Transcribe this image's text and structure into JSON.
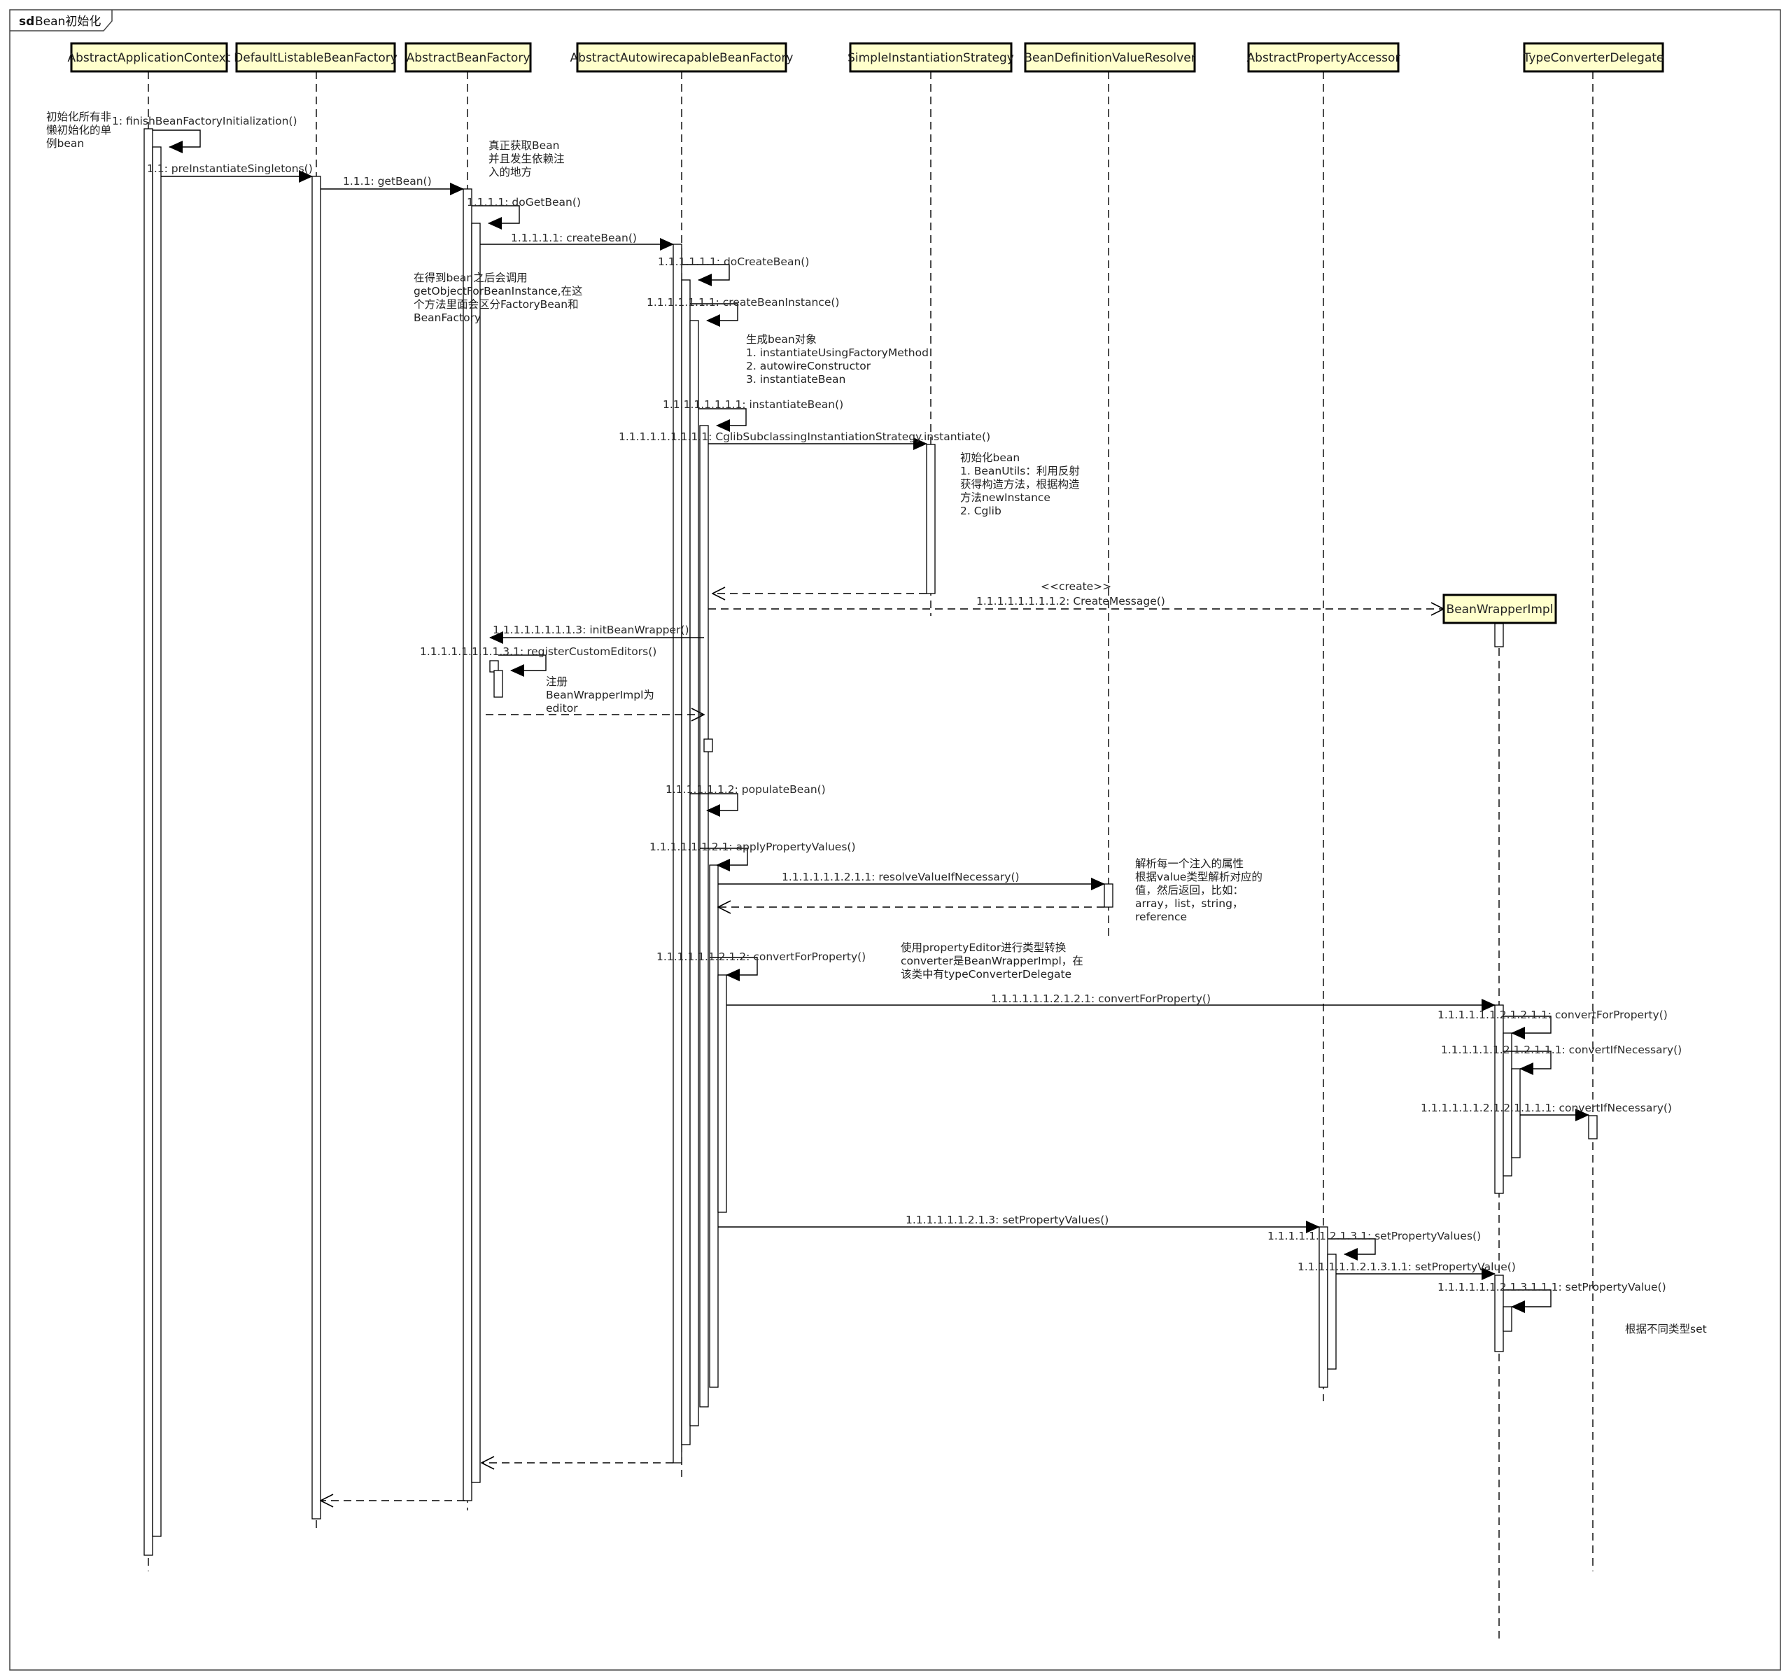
{
  "frame": {
    "keyword": "sd",
    "title": "Bean初始化"
  },
  "lifelines": [
    {
      "id": "aac",
      "name": "AbstractApplicationContext"
    },
    {
      "id": "dlbf",
      "name": "DefaultListableBeanFactory"
    },
    {
      "id": "abf",
      "name": "AbstractBeanFactory"
    },
    {
      "id": "aacbf",
      "name": "AbstractAutowirecapableBeanFactory"
    },
    {
      "id": "sis",
      "name": "SimpleInstantiationStrategy"
    },
    {
      "id": "bdvr",
      "name": "BeanDefinitionValueResolver"
    },
    {
      "id": "apa",
      "name": "AbstractPropertyAccessor"
    },
    {
      "id": "bwi",
      "name": "BeanWrapperImpl"
    },
    {
      "id": "tcd",
      "name": "TypeConverterDelegate"
    }
  ],
  "messages": [
    {
      "label": "1: finishBeanFactoryInitialization()"
    },
    {
      "label": "1.1: preInstantiateSingletons()"
    },
    {
      "label": "1.1.1: getBean()"
    },
    {
      "label": "1.1.1.1: doGetBean()"
    },
    {
      "label": "1.1.1.1.1: createBean()"
    },
    {
      "label": "1.1.1.1.1.1: doCreateBean()"
    },
    {
      "label": "1.1.1.1.1.1.1: createBeanInstance()"
    },
    {
      "label": "1.1.1.1.1.1.1.1: instantiateBean()"
    },
    {
      "label": "1.1.1.1.1.1.1.1.1: CglibSubclassingInstantiationStrategy.instantiate()"
    },
    {
      "label": "<<create>>"
    },
    {
      "label": "1.1.1.1.1.1.1.1.2: CreateMessage()"
    },
    {
      "label": "1.1.1.1.1.1.1.1.3: initBeanWrapper()"
    },
    {
      "label": "1.1.1.1.1.1.1.1.3.1: registerCustomEditors()"
    },
    {
      "label": "1.1.1.1.1.1.2: populateBean()"
    },
    {
      "label": "1.1.1.1.1.1.2.1: applyPropertyValues()"
    },
    {
      "label": "1.1.1.1.1.1.2.1.1: resolveValueIfNecessary()"
    },
    {
      "label": "1.1.1.1.1.1.2.1.2: convertForProperty()"
    },
    {
      "label": "1.1.1.1.1.1.2.1.2.1: convertForProperty()"
    },
    {
      "label": "1.1.1.1.1.1.2.1.2.1.1: convertForProperty()"
    },
    {
      "label": "1.1.1.1.1.1.2.1.2.1.1.1: convertIfNecessary()"
    },
    {
      "label": "1.1.1.1.1.1.2.1.2.1.1.1.1: convertIfNecessary()"
    },
    {
      "label": "1.1.1.1.1.1.2.1.3: setPropertyValues()"
    },
    {
      "label": "1.1.1.1.1.1.2.1.3.1: setPropertyValues()"
    },
    {
      "label": "1.1.1.1.1.1.2.1.3.1.1: setPropertyValue()"
    },
    {
      "label": "1.1.1.1.1.1.2.1.3.1.1.1: setPropertyValue()"
    }
  ],
  "notes": [
    {
      "lines": [
        "初始化所有非",
        "懒初始化的单",
        "例bean"
      ]
    },
    {
      "lines": [
        "真正获取Bean",
        "并且发生依赖注",
        "入的地方"
      ]
    },
    {
      "lines": [
        "在得到bean之后会调用",
        "getObjectForBeanInstance,在这",
        "个方法里面会区分FactoryBean和",
        "BeanFactory"
      ]
    },
    {
      "lines": [
        "生成bean对象",
        "1. instantiateUsingFactoryMethod",
        "2. autowireConstructor",
        "3. instantiateBean"
      ]
    },
    {
      "lines": [
        "初始化bean",
        "1. BeanUtils：利用反射",
        "获得构造方法，根据构造",
        "方法newInstance",
        "2. Cglib"
      ]
    },
    {
      "lines": [
        "注册",
        "BeanWrapperImpl为",
        "editor"
      ]
    },
    {
      "lines": [
        "解析每一个注入的属性",
        "根据value类型解析对应的",
        "值，然后返回，比如：",
        "array，list，string，",
        "reference"
      ]
    },
    {
      "lines": [
        "使用propertyEditor进行类型转换",
        "converter是BeanWrapperImpl，在",
        "该类中有typeConverterDelegate"
      ]
    },
    {
      "lines": [
        "根据不同类型set"
      ]
    }
  ]
}
